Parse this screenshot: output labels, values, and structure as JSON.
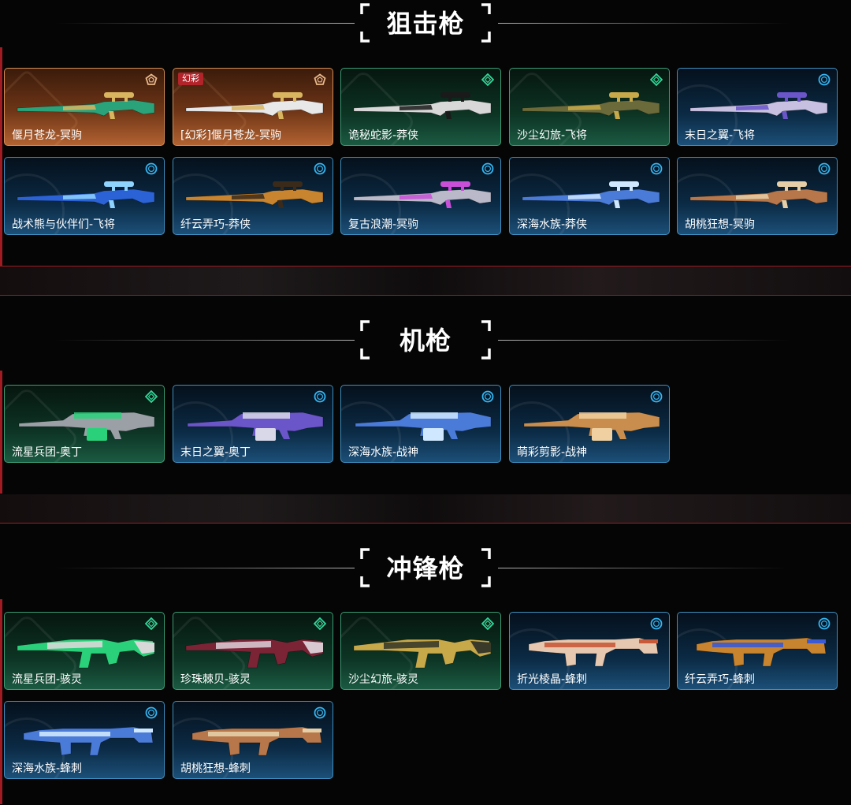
{
  "sections": [
    {
      "title": "狙击枪",
      "items": [
        {
          "name": "偃月苍龙-冥驹",
          "tier": "orange",
          "icon": "pentagon-tier-icon",
          "weapon": "sniper",
          "c1": "#2aa37a",
          "c2": "#d9b560"
        },
        {
          "name": "[幻彩]偃月苍龙-冥驹",
          "tier": "orange",
          "icon": "pentagon-tier-icon",
          "weapon": "sniper",
          "c1": "#e8e8e8",
          "c2": "#d9b560",
          "badge": "幻彩"
        },
        {
          "name": "诡秘蛇影-莽侠",
          "tier": "green",
          "icon": "diamond-tier-icon",
          "weapon": "sniper",
          "c1": "#d8d8d8",
          "c2": "#1a1a1a"
        },
        {
          "name": "沙尘幻旅-飞将",
          "tier": "green",
          "icon": "diamond-tier-icon",
          "weapon": "sniper",
          "c1": "#6b6a3a",
          "c2": "#c7a94a"
        },
        {
          "name": "末日之翼-飞将",
          "tier": "blue",
          "icon": "circle-tier-icon",
          "weapon": "sniper",
          "c1": "#c7c0e0",
          "c2": "#6a55c9"
        },
        {
          "name": "战术熊与伙伴们-飞将",
          "tier": "blue",
          "icon": "circle-tier-icon",
          "weapon": "sniper",
          "c1": "#2b63d6",
          "c2": "#8fd3ff"
        },
        {
          "name": "纤云弄巧-莽侠",
          "tier": "blue",
          "icon": "circle-tier-icon",
          "weapon": "sniper",
          "c1": "#c8842e",
          "c2": "#3a2a1a"
        },
        {
          "name": "复古浪潮-冥驹",
          "tier": "blue",
          "icon": "circle-tier-icon",
          "weapon": "sniper",
          "c1": "#b9b9c9",
          "c2": "#c94fd8"
        },
        {
          "name": "深海水族-莽侠",
          "tier": "blue",
          "icon": "circle-tier-icon",
          "weapon": "sniper",
          "c1": "#4a7bd8",
          "c2": "#cfe8ff"
        },
        {
          "name": "胡桃狂想-冥驹",
          "tier": "blue",
          "icon": "circle-tier-icon",
          "weapon": "sniper",
          "c1": "#b7774a",
          "c2": "#e6cfa8"
        }
      ]
    },
    {
      "title": "机枪",
      "items": [
        {
          "name": "流星兵团-奥丁",
          "tier": "green",
          "icon": "diamond-tier-icon",
          "weapon": "mg",
          "c1": "#9aa0a6",
          "c2": "#2ad17a"
        },
        {
          "name": "末日之翼-奥丁",
          "tier": "blue",
          "icon": "circle-tier-icon",
          "weapon": "mg",
          "c1": "#6a55c9",
          "c2": "#d8d8e8"
        },
        {
          "name": "深海水族-战神",
          "tier": "blue",
          "icon": "circle-tier-icon",
          "weapon": "mg",
          "c1": "#4a7bd8",
          "c2": "#cfe8ff"
        },
        {
          "name": "萌彩剪影-战神",
          "tier": "blue",
          "icon": "circle-tier-icon",
          "weapon": "mg",
          "c1": "#c98e4e",
          "c2": "#f0d0a0"
        }
      ]
    },
    {
      "title": "冲锋枪",
      "items": [
        {
          "name": "流星兵团-骇灵",
          "tier": "green",
          "icon": "diamond-tier-icon",
          "weapon": "smg",
          "c1": "#2ad17a",
          "c2": "#d8d8d8"
        },
        {
          "name": "珍珠棘贝-骇灵",
          "tier": "green",
          "icon": "diamond-tier-icon",
          "weapon": "smg",
          "c1": "#7a2436",
          "c2": "#d8c8d0"
        },
        {
          "name": "沙尘幻旅-骇灵",
          "tier": "green",
          "icon": "diamond-tier-icon",
          "weapon": "smg",
          "c1": "#c7a94a",
          "c2": "#3a3a2a"
        },
        {
          "name": "折光棱晶-蜂刺",
          "tier": "blue",
          "icon": "circle-tier-icon",
          "weapon": "smg2",
          "c1": "#e6c8b0",
          "c2": "#c85a3a"
        },
        {
          "name": "纤云弄巧-蜂刺",
          "tier": "blue",
          "icon": "circle-tier-icon",
          "weapon": "smg2",
          "c1": "#c8842e",
          "c2": "#3a5ad8"
        },
        {
          "name": "深海水族-蜂刺",
          "tier": "blue",
          "icon": "circle-tier-icon",
          "weapon": "smg2",
          "c1": "#4a7bd8",
          "c2": "#cfe8ff"
        },
        {
          "name": "胡桃狂想-蜂刺",
          "tier": "blue",
          "icon": "circle-tier-icon",
          "weapon": "smg2",
          "c1": "#b7774a",
          "c2": "#e6cfa8"
        }
      ]
    }
  ]
}
